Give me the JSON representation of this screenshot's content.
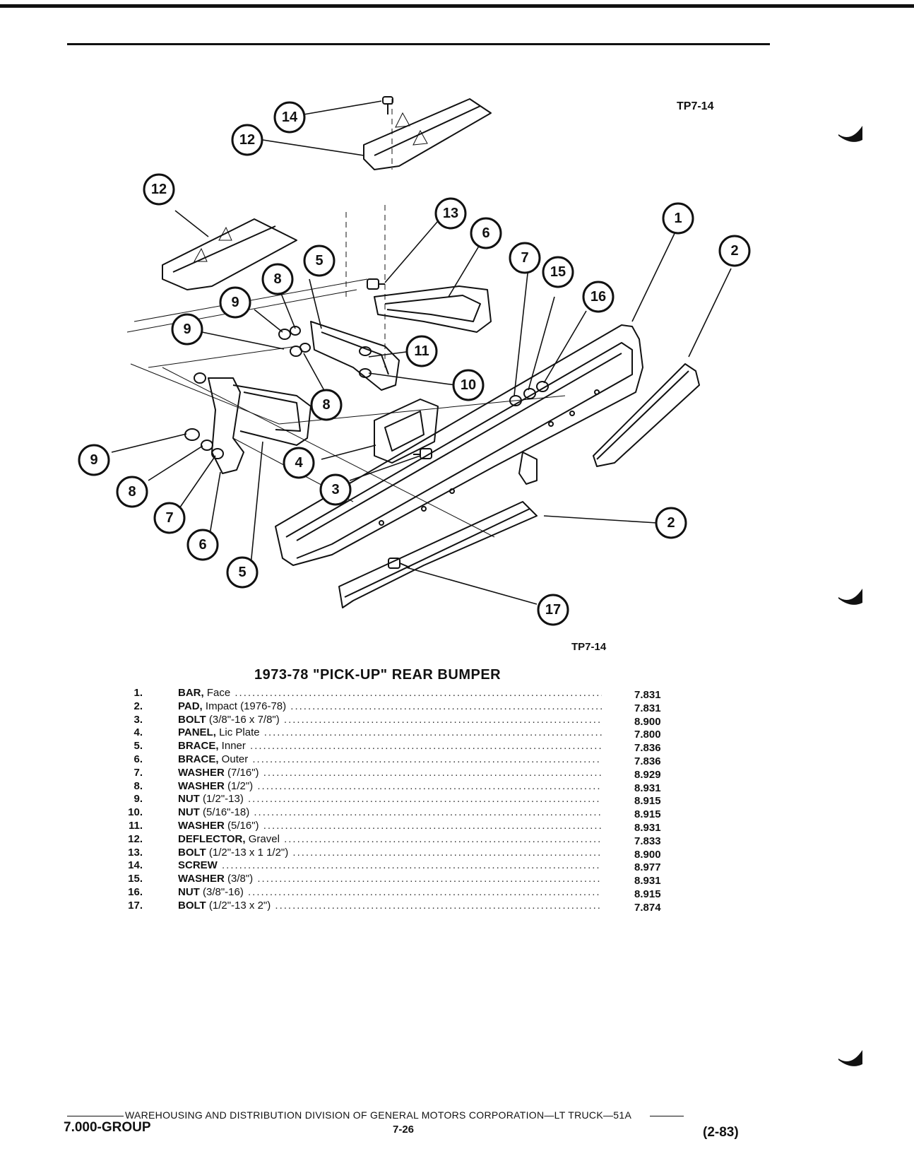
{
  "figure": {
    "label_top": "TP7-14",
    "label_bottom": "TP7-14",
    "callouts": [
      "1",
      "2",
      "2",
      "3",
      "4",
      "5",
      "5",
      "6",
      "6",
      "7",
      "7",
      "8",
      "8",
      "8",
      "9",
      "9",
      "9",
      "10",
      "11",
      "12",
      "12",
      "13",
      "14",
      "15",
      "16",
      "17"
    ]
  },
  "parts_table": {
    "title": "1973-78 \"PICK-UP\" REAR BUMPER",
    "rows": [
      {
        "num": "1.",
        "name": "BAR,",
        "desc": " Face",
        "code": "7.831"
      },
      {
        "num": "2.",
        "name": "PAD,",
        "desc": " Impact (1976-78)",
        "code": "7.831"
      },
      {
        "num": "3.",
        "name": "BOLT",
        "desc": " (3/8\"-16 x 7/8\")",
        "code": "8.900"
      },
      {
        "num": "4.",
        "name": "PANEL,",
        "desc": " Lic Plate",
        "code": "7.800"
      },
      {
        "num": "5.",
        "name": "BRACE,",
        "desc": " Inner",
        "code": "7.836"
      },
      {
        "num": "6.",
        "name": "BRACE,",
        "desc": " Outer",
        "code": "7.836"
      },
      {
        "num": "7.",
        "name": "WASHER",
        "desc": " (7/16\")",
        "code": "8.929"
      },
      {
        "num": "8.",
        "name": "WASHER",
        "desc": " (1/2\")",
        "code": "8.931"
      },
      {
        "num": "9.",
        "name": "NUT",
        "desc": " (1/2\"-13)",
        "code": "8.915"
      },
      {
        "num": "10.",
        "name": "NUT",
        "desc": " (5/16\"-18)",
        "code": "8.915"
      },
      {
        "num": "11.",
        "name": "WASHER",
        "desc": " (5/16\")",
        "code": "8.931"
      },
      {
        "num": "12.",
        "name": "DEFLECTOR,",
        "desc": " Gravel",
        "code": "7.833"
      },
      {
        "num": "13.",
        "name": "BOLT",
        "desc": " (1/2\"-13 x 1 1/2\")",
        "code": "8.900"
      },
      {
        "num": "14.",
        "name": "SCREW",
        "desc": "",
        "code": "8.977"
      },
      {
        "num": "15.",
        "name": "WASHER",
        "desc": " (3/8\")",
        "code": "8.931"
      },
      {
        "num": "16.",
        "name": "NUT",
        "desc": " (3/8\"-16)",
        "code": "8.915"
      },
      {
        "num": "17.",
        "name": "BOLT",
        "desc": " (1/2\"-13 x 2\")",
        "code": "7.874"
      }
    ]
  },
  "footer": {
    "division": "WAREHOUSING AND DISTRIBUTION  DIVISION OF GENERAL MOTORS CORPORATION—LT TRUCK—51A",
    "group": "7.000-GROUP",
    "page": "7-26",
    "date": "(2-83)"
  }
}
